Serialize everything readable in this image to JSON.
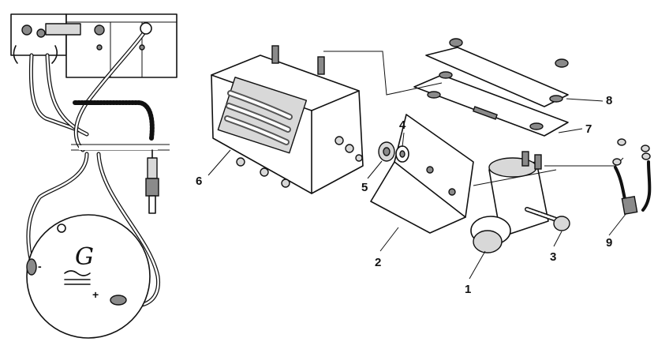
{
  "generator": {
    "symbol": "G",
    "negative": "-",
    "positive": "+"
  },
  "callouts": [
    {
      "id": "c1",
      "text": "1"
    },
    {
      "id": "c2",
      "text": "2"
    },
    {
      "id": "c3",
      "text": "3"
    },
    {
      "id": "c4",
      "text": "4"
    },
    {
      "id": "c5",
      "text": "5"
    },
    {
      "id": "c6",
      "text": "6"
    },
    {
      "id": "c7",
      "text": "7"
    },
    {
      "id": "c8",
      "text": "8"
    },
    {
      "id": "c9",
      "text": "9"
    }
  ]
}
